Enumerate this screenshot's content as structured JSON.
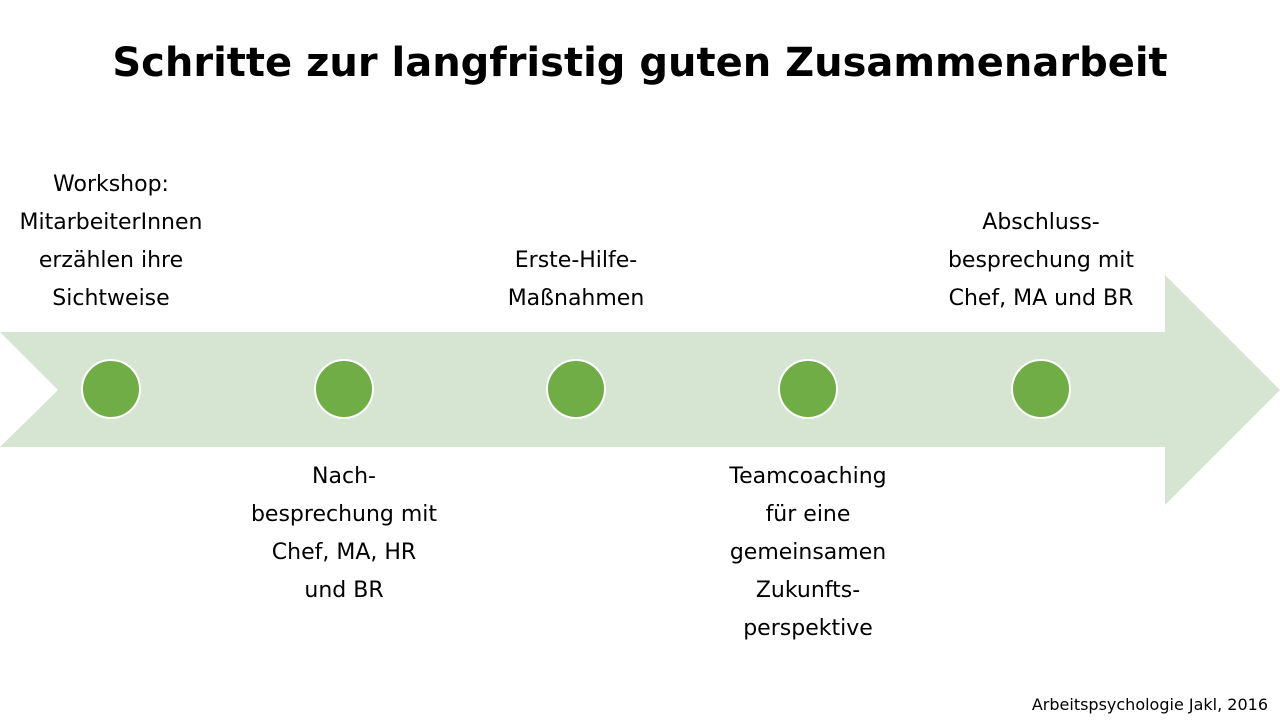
{
  "title": "Schritte zur langfristig guten Zusammenarbeit",
  "colors": {
    "arrow_fill": "#d6e5d2",
    "dot_fill": "#70ad47",
    "dot_stroke": "#ffffff"
  },
  "steps": [
    {
      "position": "above",
      "lines": [
        "Workshop:",
        "MitarbeiterInnen",
        "erzählen ihre",
        "Sichtweise"
      ]
    },
    {
      "position": "below",
      "lines": [
        "Nach-",
        "besprechung mit",
        "Chef, MA, HR",
        "und BR"
      ]
    },
    {
      "position": "above",
      "lines": [
        "Erste-Hilfe-",
        "Maßnahmen"
      ]
    },
    {
      "position": "below",
      "lines": [
        "Teamcoaching",
        "für eine",
        "gemeinsamen",
        "Zukunfts-",
        "perspektive"
      ]
    },
    {
      "position": "above",
      "lines": [
        "Abschluss-",
        "besprechung mit",
        "Chef, MA und BR"
      ]
    }
  ],
  "footer": "Arbeitspsychologie Jakl, 2016"
}
